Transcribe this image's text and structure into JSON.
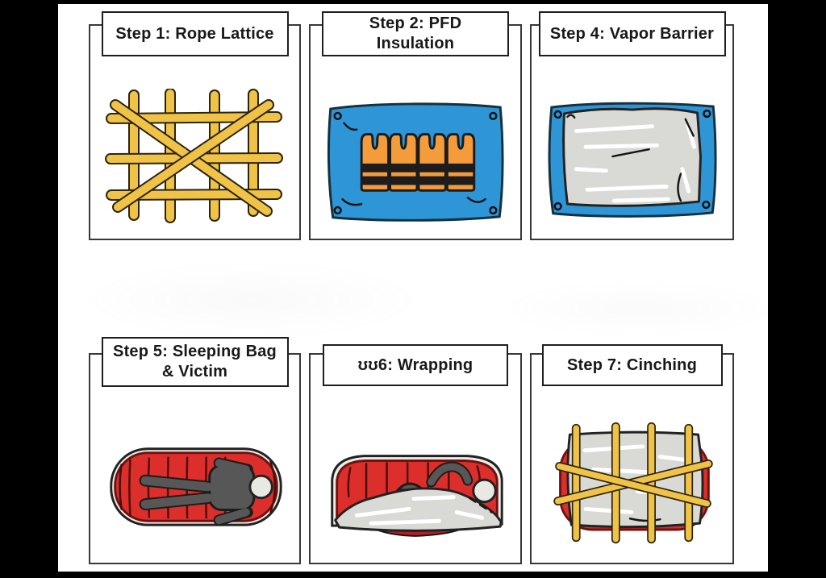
{
  "figure": {
    "description": "Six-panel illustrated step diagram",
    "panels": [
      {
        "title": "Step 1: Rope Lattice",
        "illustration": "rope-lattice"
      },
      {
        "title": "Step 2: PFD Insulation",
        "illustration": "pfd-insulation"
      },
      {
        "title": "Step 4: Vapor Barrier",
        "illustration": "vapor-barrier"
      },
      {
        "title": "Step 5: Sleeping Bag & Victim",
        "illustration": "sleeping-bag-victim"
      },
      {
        "title": "ʊʊ6: Wrapping",
        "illustration": "wrapping"
      },
      {
        "title": "Step 7: Cinching",
        "illustration": "cinching"
      }
    ]
  },
  "colors": {
    "page_bg": "#000000",
    "canvas_bg": "#ffffff",
    "panel_border": "#383838",
    "rope_yellow": "#F0C347",
    "rope_outline": "#2A2310",
    "tarp_blue": "#2E96D6",
    "vest_orange": "#F49C3C",
    "stripe_black": "#1D1D1D",
    "sheet_gray": "#D9D9D6",
    "bag_red": "#DC2E2A",
    "bag_red_dark": "#B02025",
    "person_gray": "#575757",
    "head_gray": "#E9E9E4"
  }
}
